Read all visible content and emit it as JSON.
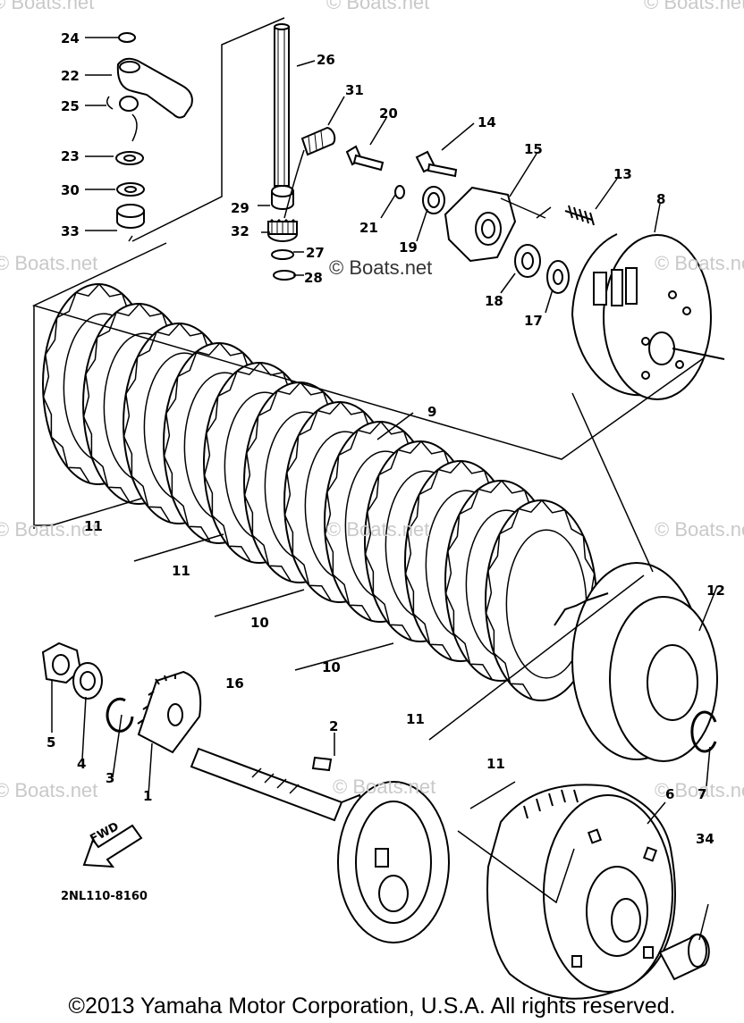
{
  "watermark": "© Boats.net",
  "watermark_marked": "© Boats.net",
  "footer": "©2013 Yamaha Motor Corporation, U.S.A. All rights reserved.",
  "diagram_code": "2NL110-8160",
  "fwd_label": "FWD",
  "callouts": {
    "c1": "1",
    "c2": "2",
    "c3": "3",
    "c4": "4",
    "c5": "5",
    "c6": "6",
    "c7": "7",
    "c8": "8",
    "c9": "9",
    "c10a": "10",
    "c10b": "10",
    "c11a": "11",
    "c11b": "11",
    "c11c": "11",
    "c11d": "11",
    "c12": "12",
    "c13": "13",
    "c14": "14",
    "c15": "15",
    "c16": "16",
    "c17": "17",
    "c18": "18",
    "c19": "19",
    "c20": "20",
    "c21": "21",
    "c22": "22",
    "c23": "23",
    "c24": "24",
    "c25": "25",
    "c26": "26",
    "c27": "27",
    "c28": "28",
    "c29": "29",
    "c30": "30",
    "c31": "31",
    "c32": "32",
    "c33": "33",
    "c34": "34"
  },
  "colors": {
    "line": "#000000",
    "watermark": "#c9c9c9",
    "background": "#ffffff"
  }
}
